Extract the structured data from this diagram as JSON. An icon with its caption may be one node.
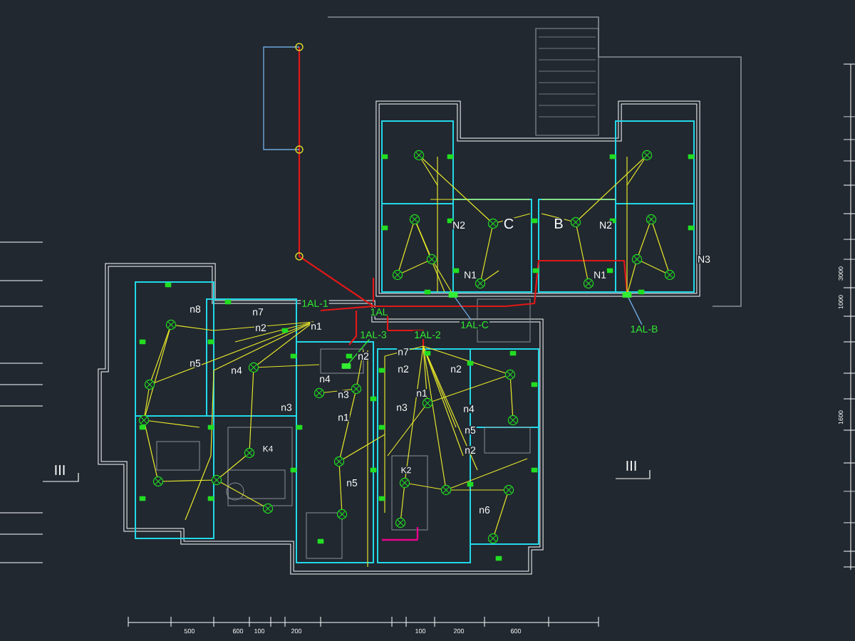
{
  "diagram": {
    "nodes": [
      {
        "text": [
          "1AL-C"
        ]
      },
      {
        "text": [],
        "shape": "box"
      },
      {
        "text": [
          "1AL-B"
        ]
      },
      {
        "text": [],
        "shape": "box"
      },
      {
        "text": [
          "1AL-3"
        ]
      },
      {
        "text": [],
        "shape": "box"
      }
    ],
    "edges": [
      {
        "from": 0,
        "to": 1,
        "arrow": "none"
      },
      {
        "from": 2,
        "to": 3,
        "arrow": "none"
      },
      {
        "from": 4,
        "to": 5,
        "arrow": "none",
        "color": "#33ee33"
      }
    ],
    "labels": [
      "N2",
      "C",
      "B",
      "N2",
      "N1",
      "N1",
      "N3",
      "n8",
      "n7",
      "1AL-1",
      "n2",
      "n1",
      "1AL",
      "1AL-2",
      "n5",
      "n4",
      "n2",
      "n7",
      "n2",
      "n2",
      "n4",
      "n3",
      "n1",
      "n3",
      "n3",
      "n4",
      "n1",
      "n5",
      "K4",
      "n2",
      "III",
      "III",
      "K2",
      "n5",
      "n6",
      "3000",
      "1000",
      "1600",
      "500",
      "600",
      "100",
      "200",
      "100",
      "200",
      "600"
    ]
  }
}
